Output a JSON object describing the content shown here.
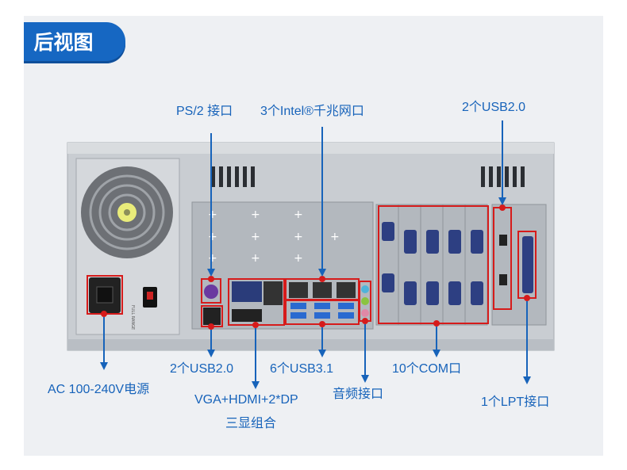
{
  "title": "后视图",
  "colors": {
    "accent_blue": "#1667c2",
    "label_blue": "#1763ba",
    "highlight_red": "#d61b1b",
    "chassis_silver": "#c9cdd2",
    "panel_bg": "#eef0f3"
  },
  "labels": {
    "ps2": "PS/2 接口",
    "lan": "3个Intel®千兆网口",
    "usb_top": "2个USB2.0",
    "usb_bottom": "2个USB2.0",
    "usb31": "6个USB3.1",
    "com": "10个COM口",
    "audio": "音频接口",
    "lpt": "1个LPT接口",
    "power": "AC 100-240V电源",
    "video_line1": "VGA+HDMI+2*DP",
    "video_line2": "三显组合"
  },
  "psu_sticker_text": "FULL RANGE"
}
